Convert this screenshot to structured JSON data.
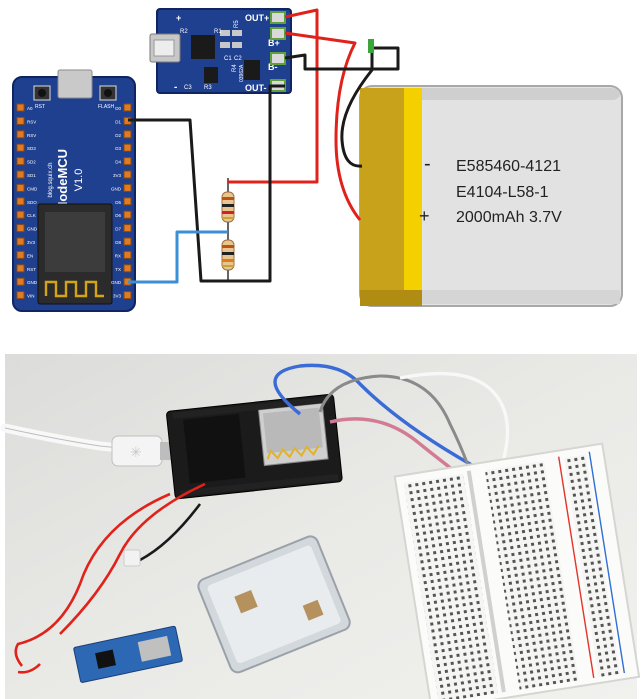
{
  "schematic": {
    "nodemcu": {
      "title": "NodeMCU",
      "version": "V1.0",
      "website": "blog.squix.ch",
      "rst_label": "RST",
      "flash_label": "FLASH",
      "left_pins": [
        "A0",
        "RSV",
        "RSV",
        "SD3",
        "SD2",
        "SD1",
        "CMD",
        "SDO",
        "CLK",
        "GND",
        "3V3",
        "EN",
        "RST",
        "GND",
        "VIN"
      ],
      "right_pins": [
        "D0",
        "D1",
        "D2",
        "D3",
        "D4",
        "3V3",
        "GND",
        "D5",
        "D6",
        "D7",
        "D8",
        "RX",
        "TX",
        "GND",
        "3V3"
      ]
    },
    "charger": {
      "pin_out_plus": "OUT+",
      "pin_b_plus": "B+",
      "pin_b_minus": "B-",
      "pin_out_minus": "OUT-",
      "pin_in_plus": "+",
      "pin_in_minus": "-",
      "labels": [
        "R2",
        "R1",
        "R5",
        "R4",
        "C1",
        "C2",
        "C3",
        "R3",
        "03962A"
      ]
    },
    "battery": {
      "minus_sign": "-",
      "plus_sign": "+",
      "line1": "E585460-4121",
      "line2": "E4104-L58-1",
      "line3": "2000mAh 3.7V"
    }
  },
  "colors": {
    "board_blue": "#1f3f8f",
    "wire_red": "#e0221b",
    "wire_black": "#1a1a1a",
    "wire_blue": "#3a8fd6",
    "battery_gold": "#c9a21c",
    "battery_silver": "#e2e2e2"
  }
}
